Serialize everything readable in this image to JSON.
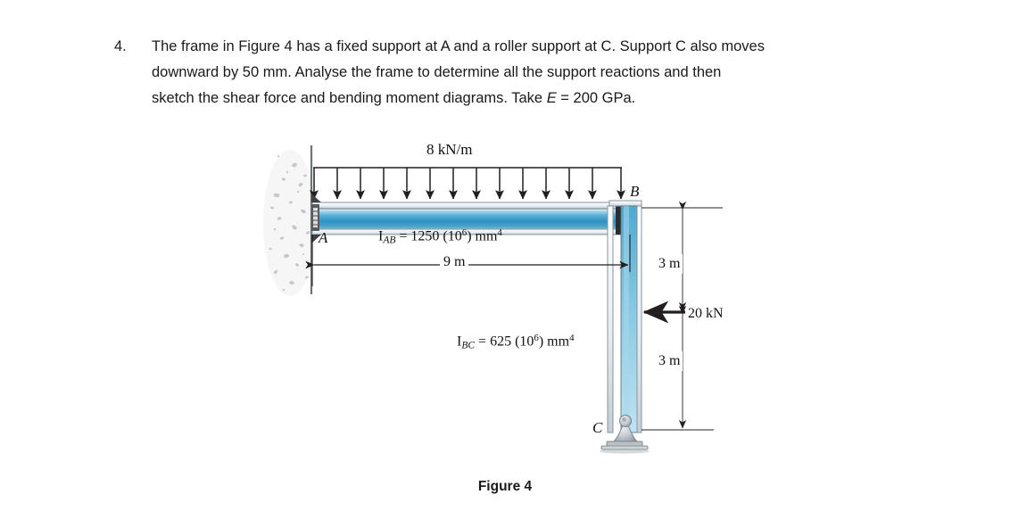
{
  "problem": {
    "number": "4.",
    "lines": [
      "The frame in Figure 4 has a fixed support at A and a roller support at C. Support C also moves",
      "downward by 50 mm. Analyse the frame to determine all the support reactions and then",
      "sketch the shear force and bending moment diagrams. Take "
    ],
    "modulus_symbol": "E",
    "modulus_value": " = 200 GPa.",
    "full_text": "4. The frame in Figure 4 has a fixed support at A and a roller support at C. Support C also moves downward by 50 mm. Analyse the frame to determine all the support reactions and then sketch the shear force and bending moment diagrams. Take E = 200 GPa."
  },
  "figure": {
    "caption": "Figure 4",
    "labels": {
      "distributed_load": "8 kN/m",
      "point_load": "20 kN",
      "joint_a": "A",
      "joint_b": "B",
      "joint_c": "C",
      "span_ab": "9 m",
      "height_upper": "3 m",
      "height_lower": "3 m",
      "inertia_ab_symbol": "I",
      "inertia_ab_sub": "AB",
      "inertia_ab_value": " = 1250 (10",
      "inertia_ab_exp": "6",
      "inertia_ab_units": ") mm",
      "inertia_ab_units_exp": "4",
      "inertia_bc_symbol": "I",
      "inertia_bc_sub": "BC",
      "inertia_bc_value": " = 625 (10",
      "inertia_bc_exp": "6",
      "inertia_bc_units": ") mm",
      "inertia_bc_units_exp": "4"
    },
    "geometry": {
      "span_ab_m": 9,
      "height_bc_m": 6,
      "load_intensity_kn_per_m": 8,
      "point_load_kn": 20,
      "point_load_direction": "left",
      "support_a_type": "fixed",
      "support_c_type": "roller",
      "settlement_mm": 50,
      "modulus_gpa": 200,
      "inertia_ab_mm4": 1250000000,
      "inertia_bc_mm4": 625000000,
      "load_arrow_count": 14
    },
    "colors": {
      "beam_light": "#d9ecf5",
      "beam_mid": "#4ea8cf",
      "beam_dark": "#2f8cb8",
      "beam_edge": "#7a8c95",
      "wall_hatch": "#b9bcbd",
      "line": "#231f20",
      "label_text": "#111111",
      "support_gray": "#9aa3a8"
    }
  }
}
